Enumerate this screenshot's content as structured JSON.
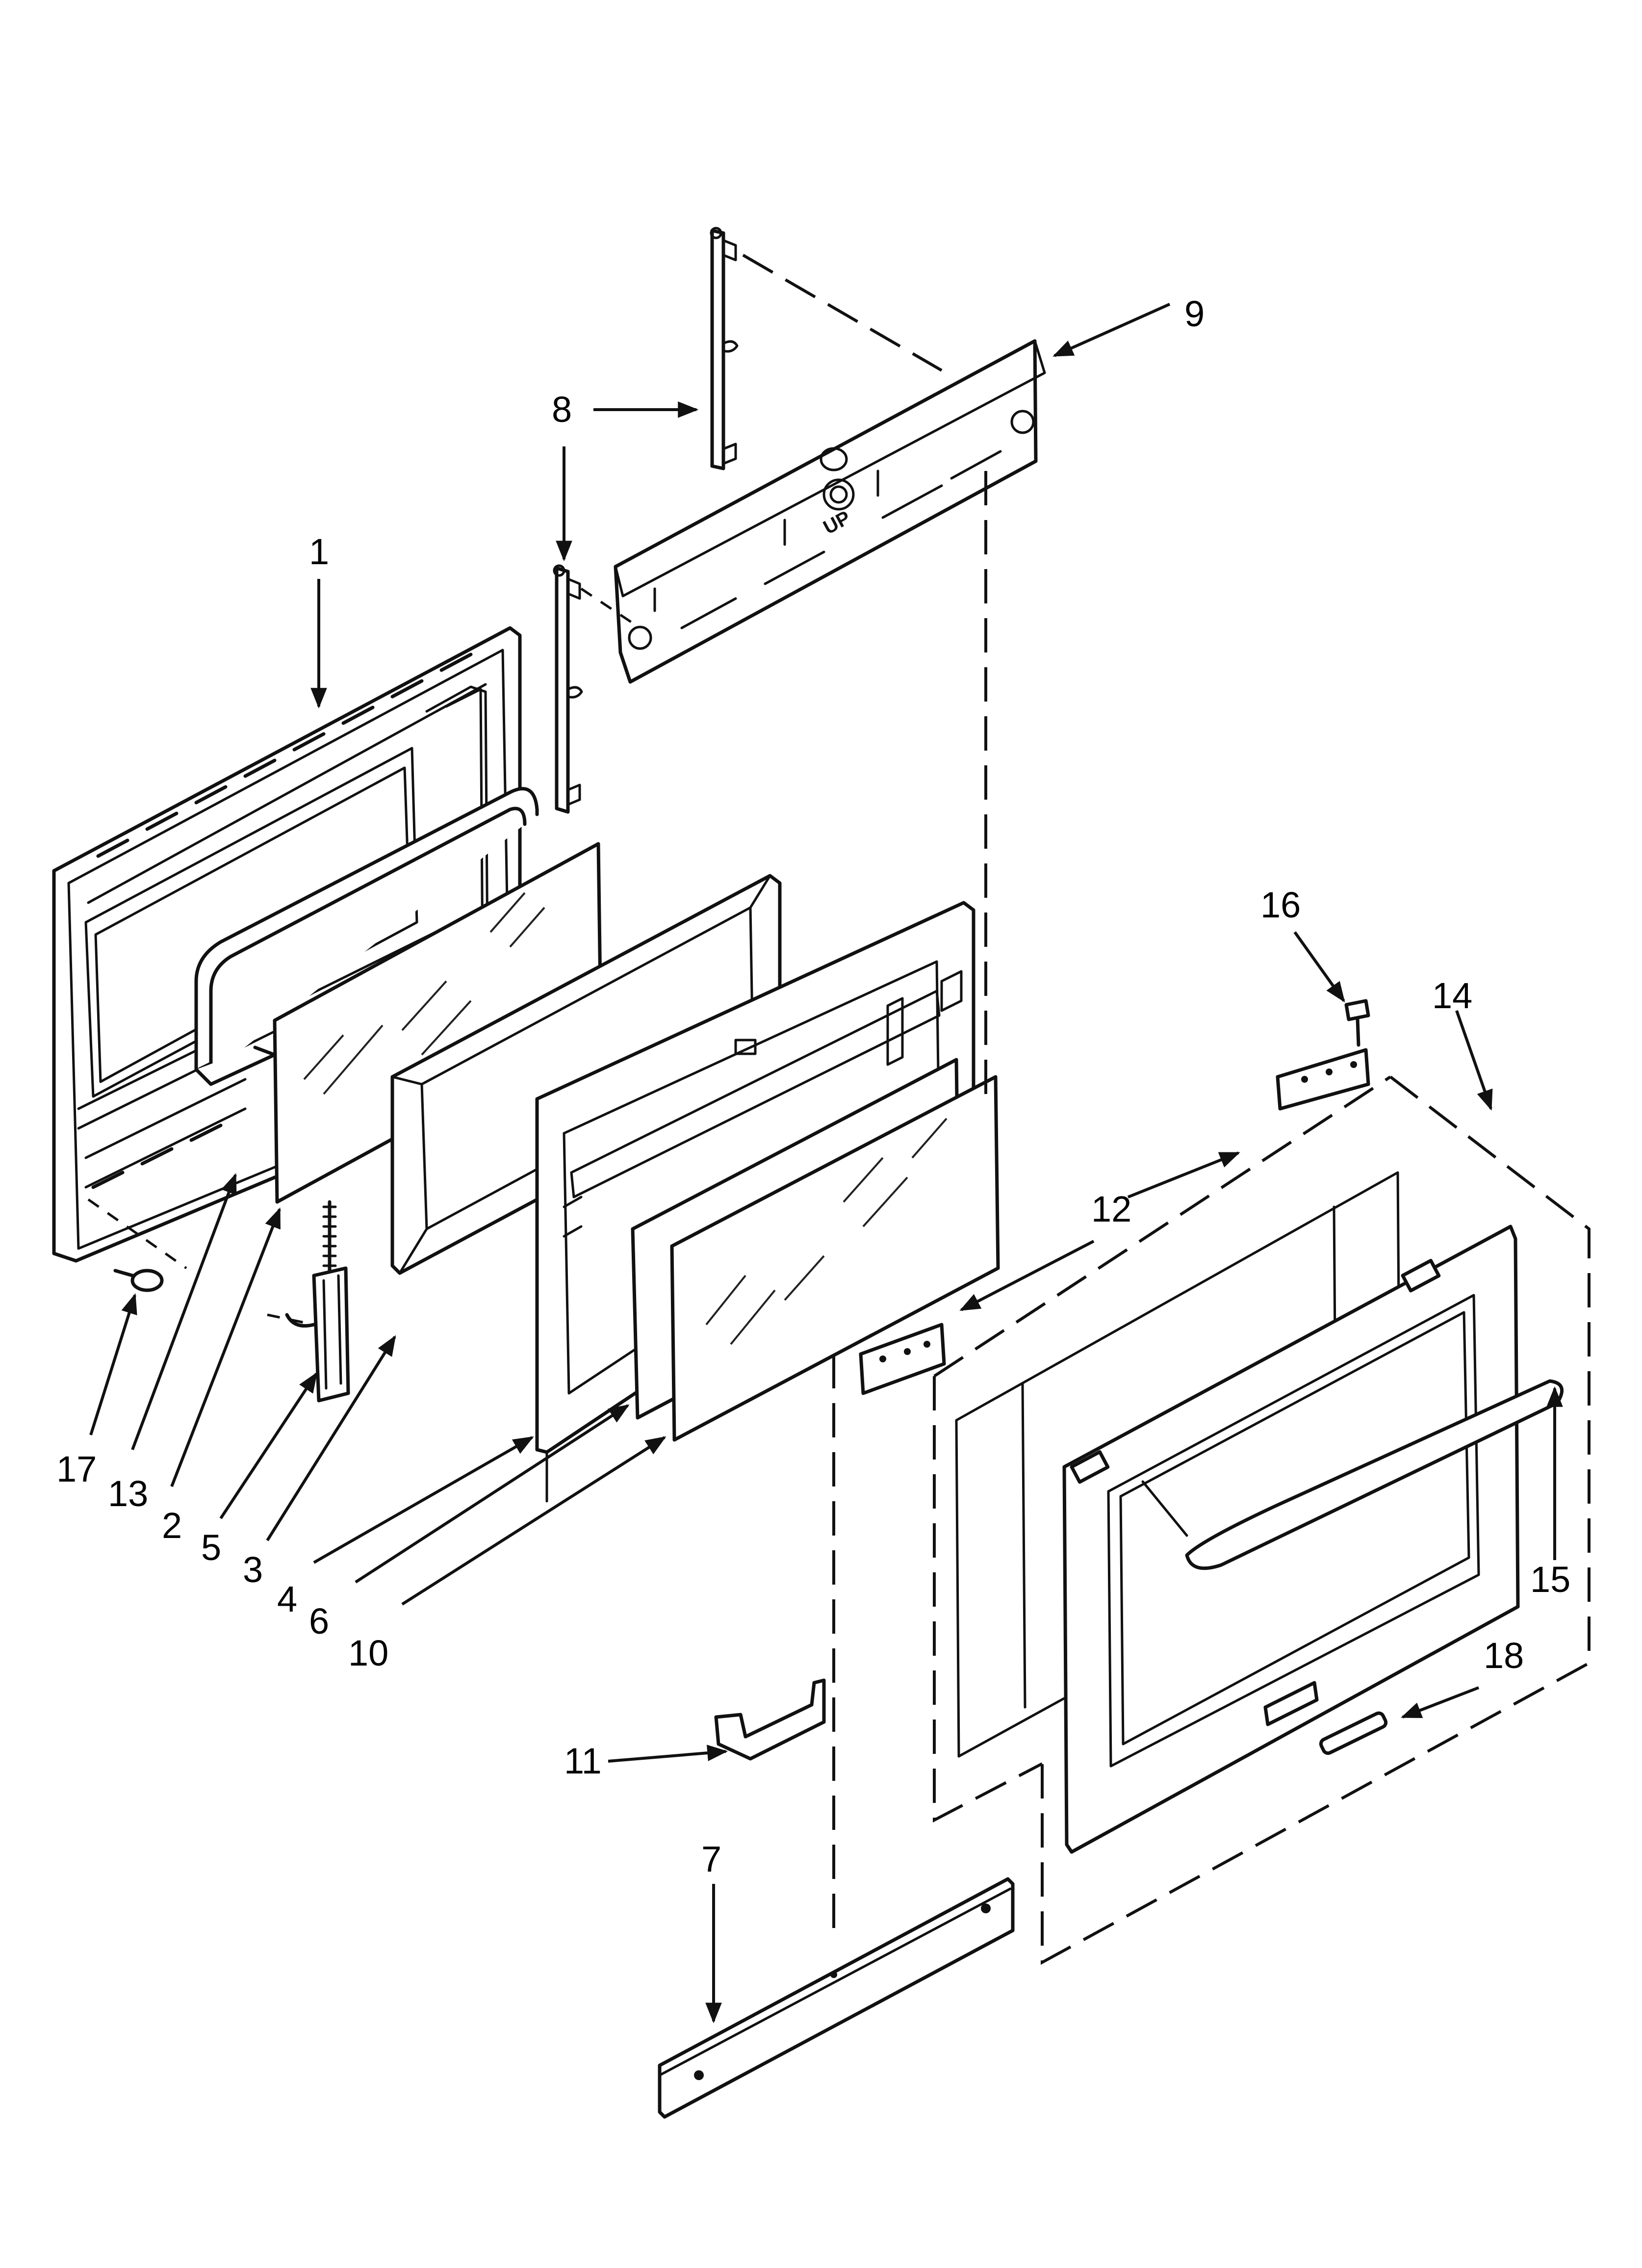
{
  "diagram": {
    "embossed_text": "UP",
    "callouts": [
      {
        "id": "c1",
        "label": "1"
      },
      {
        "id": "c2",
        "label": "2"
      },
      {
        "id": "c3",
        "label": "3"
      },
      {
        "id": "c4",
        "label": "4"
      },
      {
        "id": "c5",
        "label": "5"
      },
      {
        "id": "c6",
        "label": "6"
      },
      {
        "id": "c7",
        "label": "7"
      },
      {
        "id": "c8",
        "label": "8"
      },
      {
        "id": "c9",
        "label": "9"
      },
      {
        "id": "c10",
        "label": "10"
      },
      {
        "id": "c11",
        "label": "11"
      },
      {
        "id": "c12",
        "label": "12"
      },
      {
        "id": "c13",
        "label": "13"
      },
      {
        "id": "c14",
        "label": "14"
      },
      {
        "id": "c15",
        "label": "15"
      },
      {
        "id": "c16",
        "label": "16"
      },
      {
        "id": "c17",
        "label": "17"
      },
      {
        "id": "c18",
        "label": "18"
      }
    ]
  }
}
